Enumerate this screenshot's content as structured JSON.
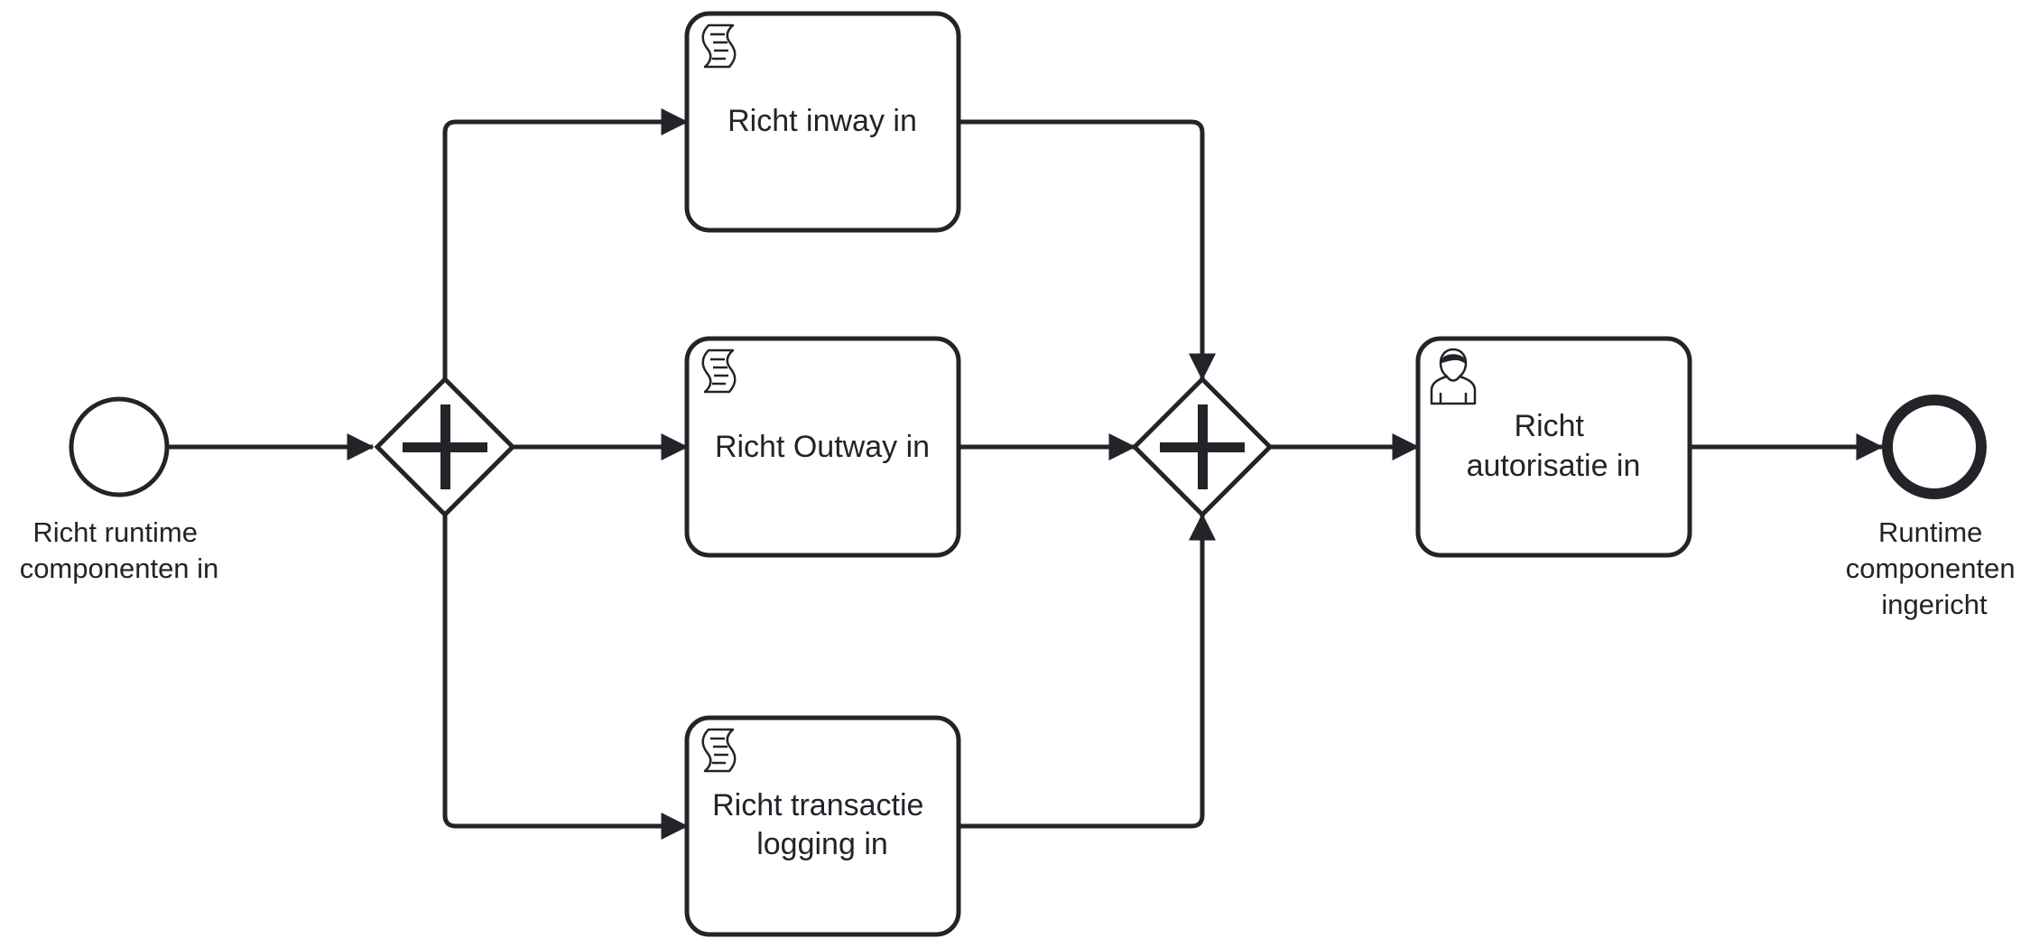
{
  "diagram": {
    "colors": {
      "stroke": "#22242a",
      "fill": "#ffffff"
    },
    "start_event": {
      "label_lines": [
        "Richt runtime",
        "componenten in"
      ]
    },
    "end_event": {
      "label_lines": [
        "Runtime",
        "componenten",
        "ingericht"
      ]
    },
    "split_gateway": {
      "type": "parallel",
      "icon": "plus-icon"
    },
    "join_gateway": {
      "type": "parallel",
      "icon": "plus-icon"
    },
    "tasks": {
      "inway": {
        "type": "script",
        "icon": "script-icon",
        "label_lines": [
          "Richt inway in"
        ]
      },
      "outway": {
        "type": "script",
        "icon": "script-icon",
        "label_lines": [
          "Richt Outway in"
        ]
      },
      "logging": {
        "type": "script",
        "icon": "script-icon",
        "label_lines": [
          "Richt transactie",
          "logging in"
        ]
      },
      "autorisatie": {
        "type": "user",
        "icon": "user-icon",
        "label_lines": [
          "Richt",
          "autorisatie in"
        ]
      }
    }
  }
}
